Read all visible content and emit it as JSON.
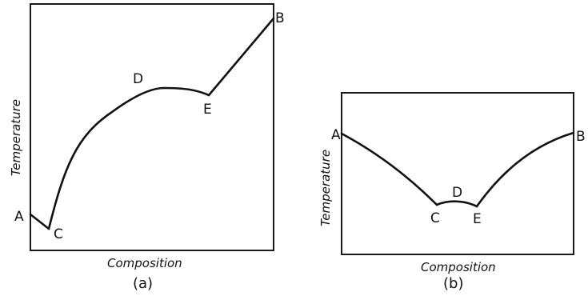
{
  "figure": {
    "panels": [
      {
        "id": "a",
        "caption": "(a)",
        "xlabel": "Composition",
        "ylabel": "Temperature",
        "points": [
          {
            "label": "A"
          },
          {
            "label": "C"
          },
          {
            "label": "D"
          },
          {
            "label": "E"
          },
          {
            "label": "B"
          }
        ]
      },
      {
        "id": "b",
        "caption": "(b)",
        "xlabel": "Composition",
        "ylabel": "Temperature",
        "points": [
          {
            "label": "A"
          },
          {
            "label": "C"
          },
          {
            "label": "D"
          },
          {
            "label": "E"
          },
          {
            "label": "B"
          }
        ]
      }
    ]
  }
}
